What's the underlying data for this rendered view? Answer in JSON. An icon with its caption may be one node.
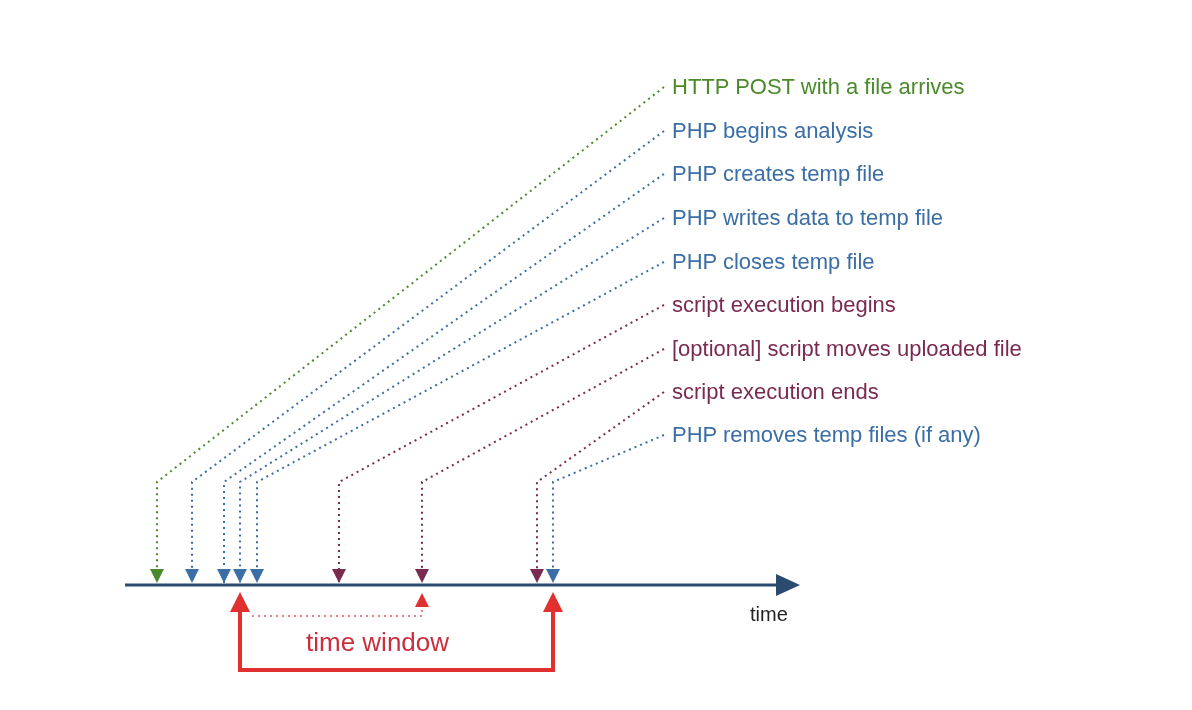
{
  "diagram": {
    "nodes": [
      {
        "text": [
          "HTTP POST with a file arrives"
        ]
      },
      {
        "text": [
          "PHP begins analysis"
        ]
      },
      {
        "text": [
          "PHP creates temp file"
        ]
      },
      {
        "text": [
          "PHP writes data to temp file"
        ]
      },
      {
        "text": [
          "PHP closes temp file"
        ]
      },
      {
        "text": [
          "script execution begins"
        ]
      },
      {
        "text": [
          "[optional] script moves uploaded file"
        ]
      },
      {
        "text": [
          "script execution ends"
        ]
      },
      {
        "text": [
          "PHP removes temp files (if any)"
        ]
      },
      {
        "text": [],
        "shape": "arrow",
        "beside": [
          "time"
        ]
      }
    ],
    "edges": [
      {
        "from": 0,
        "to": 9,
        "arrow": "to",
        "style": "dashed",
        "color": "#4a8a2a"
      },
      {
        "from": 1,
        "to": 9,
        "arrow": "to",
        "style": "dashed"
      },
      {
        "from": 2,
        "to": 9,
        "arrow": "to",
        "style": "dashed"
      },
      {
        "from": 3,
        "to": 9,
        "arrow": "to",
        "style": "dashed"
      },
      {
        "from": 4,
        "to": 9,
        "arrow": "to",
        "style": "dashed"
      },
      {
        "from": 5,
        "to": 9,
        "arrow": "to",
        "style": "dashed",
        "color": "#7a2a50"
      },
      {
        "from": 6,
        "to": 9,
        "arrow": "to",
        "style": "dashed",
        "color": "#7a2a50"
      },
      {
        "from": 7,
        "to": 9,
        "arrow": "to",
        "style": "dashed",
        "color": "#7a2a50"
      },
      {
        "from": 8,
        "to": 9,
        "arrow": "to",
        "style": "dashed"
      }
    ],
    "labels": [
      "time window"
    ]
  }
}
